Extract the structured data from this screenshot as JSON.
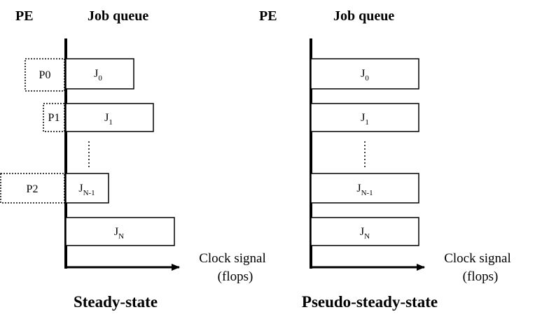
{
  "header": {
    "pe_label": "PE",
    "queue_label": "Job queue"
  },
  "left_panel": {
    "caption": "Steady-state",
    "axis_label_line1": "Clock signal",
    "axis_label_line2": "(flops)",
    "pe_boxes": [
      "P0",
      "P1",
      "P2"
    ],
    "jobs": [
      {
        "base": "J",
        "sub": "0"
      },
      {
        "base": "J",
        "sub": "1"
      },
      {
        "base": "J",
        "sub": "N-1"
      },
      {
        "base": "J",
        "sub": "N"
      }
    ]
  },
  "right_panel": {
    "caption": "Pseudo-steady-state",
    "axis_label_line1": "Clock signal",
    "axis_label_line2": "(flops)",
    "jobs": [
      {
        "base": "J",
        "sub": "0"
      },
      {
        "base": "J",
        "sub": "1"
      },
      {
        "base": "J",
        "sub": "N-1"
      },
      {
        "base": "J",
        "sub": "N"
      }
    ]
  }
}
